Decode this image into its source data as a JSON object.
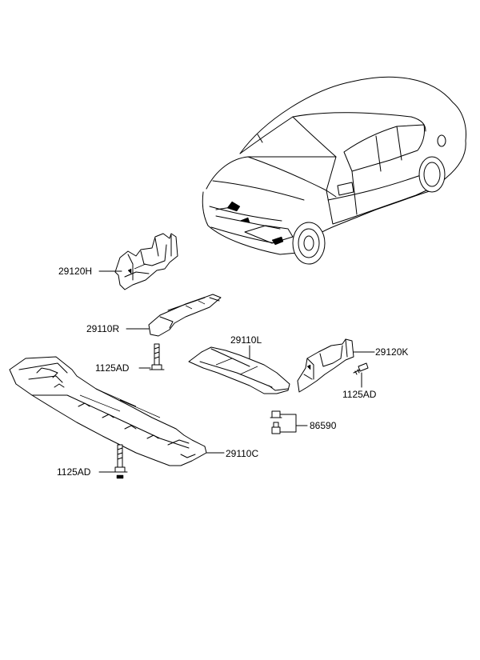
{
  "parts": [
    {
      "id": "p1",
      "label": "29120H"
    },
    {
      "id": "p2",
      "label": "29110R"
    },
    {
      "id": "p3",
      "label": "1125AD"
    },
    {
      "id": "p4",
      "label": "29110L"
    },
    {
      "id": "p5",
      "label": "29120K"
    },
    {
      "id": "p6",
      "label": "1125AD"
    },
    {
      "id": "p7",
      "label": "86590"
    },
    {
      "id": "p8",
      "label": "29110C"
    },
    {
      "id": "p9",
      "label": "1125AD"
    }
  ]
}
